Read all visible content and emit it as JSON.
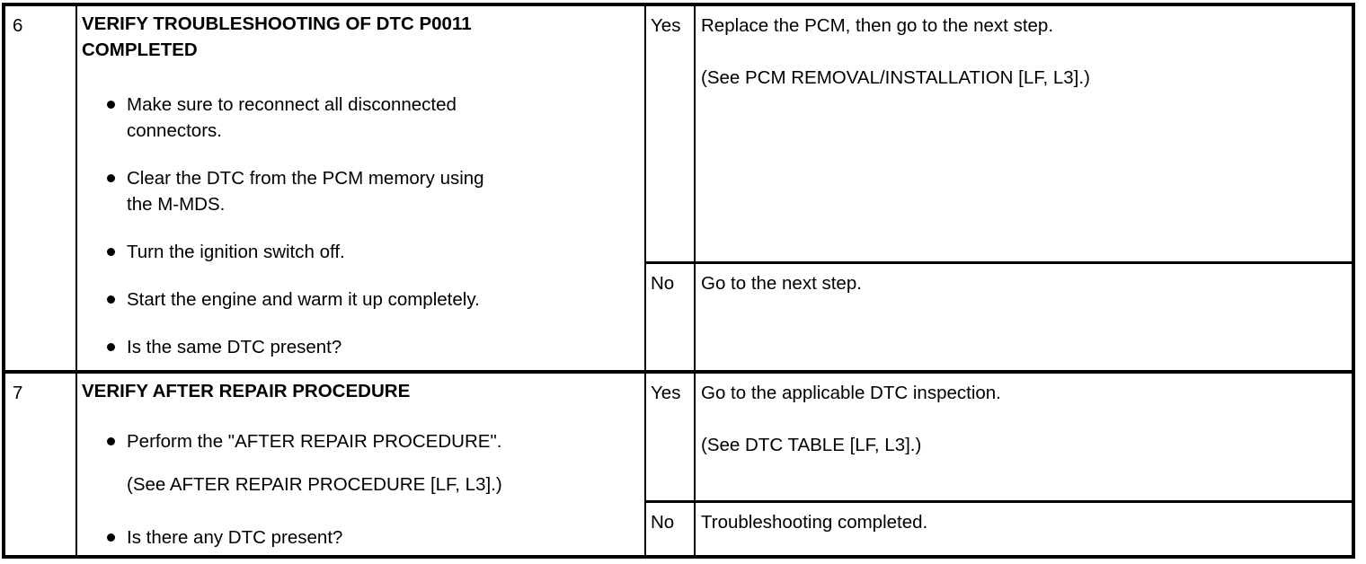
{
  "page": {
    "background": "#ffffff",
    "text_color": "#000000",
    "border_color": "#000000"
  },
  "table": {
    "rows": [
      {
        "step": "6",
        "title": "VERIFY TROUBLESHOOTING OF DTC P0011\nCOMPLETED",
        "bullets": [
          {
            "text": "Make sure to reconnect all disconnected\nconnectors."
          },
          {
            "text": "Clear the DTC from the PCM memory using\nthe M-MDS."
          },
          {
            "text": "Turn the ignition switch off."
          },
          {
            "text": "Start the engine and warm it up completely."
          },
          {
            "text": "Is the same DTC present?"
          }
        ],
        "yes": {
          "label": "Yes",
          "line1": "Replace the PCM, then go to the next step.",
          "line2": "(See PCM REMOVAL/INSTALLATION [LF, L3].)"
        },
        "no": {
          "label": "No",
          "line1": "Go to the next step."
        }
      },
      {
        "step": "7",
        "title": "VERIFY AFTER REPAIR PROCEDURE",
        "bullets": [
          {
            "text": "Perform the \"AFTER REPAIR PROCEDURE\".",
            "note": "(See AFTER REPAIR PROCEDURE [LF, L3].)"
          },
          {
            "text": "Is there any DTC present?"
          }
        ],
        "yes": {
          "label": "Yes",
          "line1": "Go to the applicable DTC inspection.",
          "line2": "(See DTC TABLE [LF, L3].)"
        },
        "no": {
          "label": "No",
          "line1": "Troubleshooting completed."
        }
      }
    ]
  }
}
